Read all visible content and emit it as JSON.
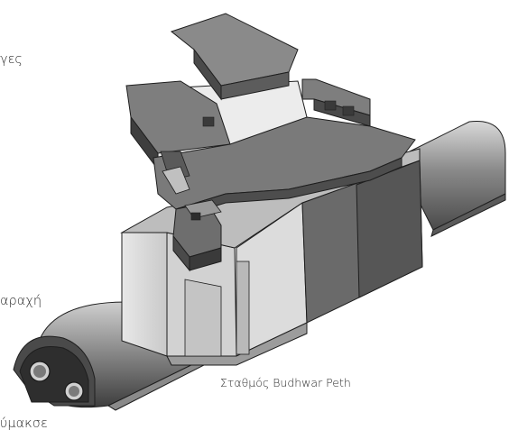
{
  "labels": {
    "top_partial": "γες",
    "mid_partial": "αραχή",
    "bottom_partial": "ύμακσε",
    "station": "Σταθμός Budhwar Peth"
  },
  "colors": {
    "background": "#ffffff",
    "face_light": "#e2e2e2",
    "face_mid": "#9a9a9a",
    "face_dark": "#5e5e5e",
    "face_darkest": "#3a3a3a",
    "roof_grey": "#7a7a7a",
    "edge": "#1e1e1e"
  }
}
